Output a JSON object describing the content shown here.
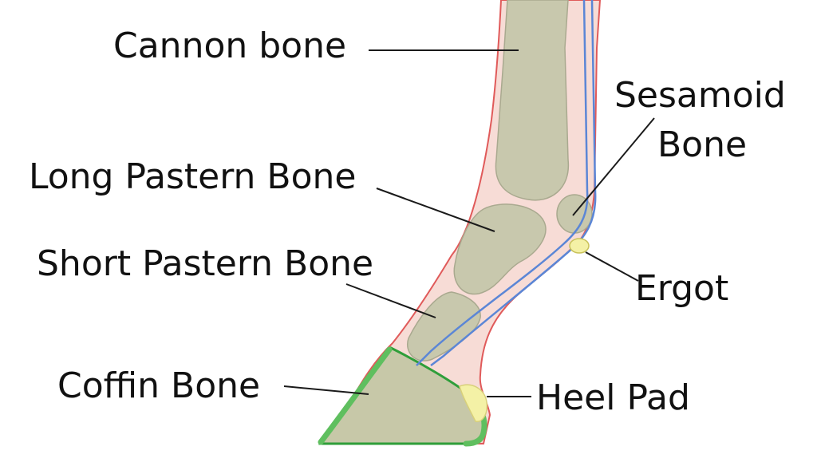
{
  "diagram": {
    "labels": {
      "cannon": "Cannon bone",
      "sesamoid_line1": "Sesamoid",
      "sesamoid_line2": "Bone",
      "long_pastern": "Long Pastern Bone",
      "short_pastern": "Short Pastern Bone",
      "ergot": "Ergot",
      "coffin": "Coffin Bone",
      "heel_pad": "Heel Pad"
    },
    "colors": {
      "skin_fill": "#f7dcd6",
      "skin_outline": "#e05a5a",
      "bone_fill": "#c8c8ad",
      "bone_outline": "#a9a98f",
      "tendon": "#5b86d6",
      "hoof_fill": "#c7c8a8",
      "hoof_outline": "#2f9e3a",
      "hoof_wall": "#5fbf5f",
      "ergot_fill": "#f4f1a6",
      "ergot_outline": "#c9c25a",
      "heel_pad_fill": "#f4f1a6",
      "heel_pad_outline": "#d8d07a"
    }
  }
}
